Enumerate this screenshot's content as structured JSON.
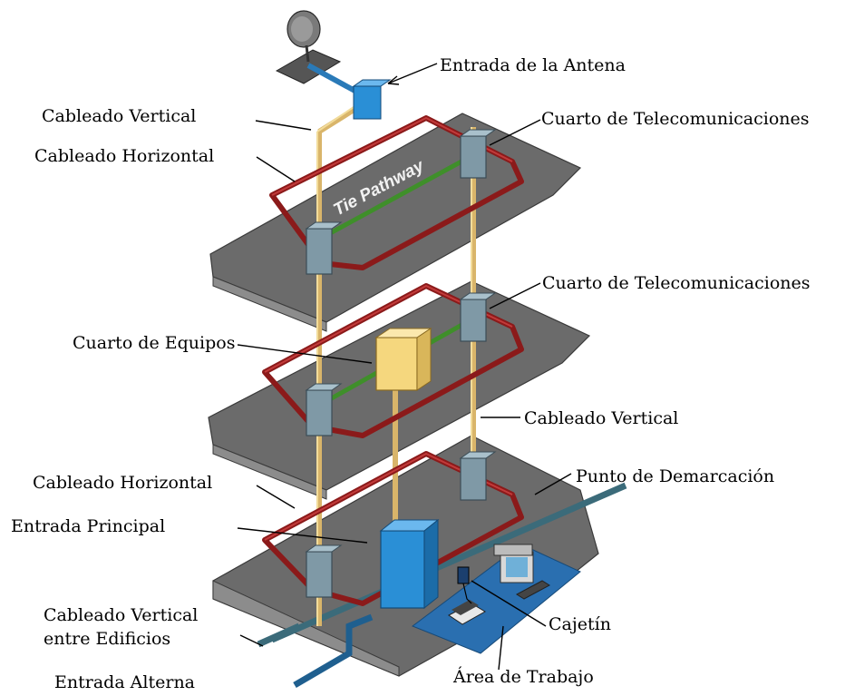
{
  "labels": {
    "antenna_entrance": "Entrada de la Antena",
    "vertical_cabling_top": "Cableado Vertical",
    "horizontal_cabling_top": "Cableado Horizontal",
    "telecom_room_top": "Cuarto de Telecomunicaciones",
    "tie_pathway": "Tie Pathway",
    "telecom_room_mid": "Cuarto de Telecomunicaciones",
    "equipment_room": "Cuarto de Equipos",
    "vertical_cabling_mid": "Cableado Vertical",
    "horizontal_cabling_bottom": "Cableado Horizontal",
    "demarcation_point": "Punto de Demarcación",
    "main_entrance": "Entrada Principal",
    "inter_building_line1": "Cableado Vertical",
    "inter_building_line2": "entre Edificios",
    "outlet": "Cajetín",
    "alternate_entrance": "Entrada Alterna",
    "work_area": "Área de Trabajo"
  },
  "colors": {
    "floor": "#6b6b6b",
    "horizontal_ring": "#8b1a1a",
    "tie_pathway": "#3f8f2a",
    "riser": "#d9b56a",
    "telecom_room_box": "#7f99a6",
    "equipment_room_box": "#f5d77e",
    "main_entrance_box": "#2a8fd6",
    "work_area": "#2a6fb0"
  },
  "icons": {
    "antenna": "satellite-dish-icon",
    "computer": "computer-icon",
    "phone": "telephone-icon"
  }
}
